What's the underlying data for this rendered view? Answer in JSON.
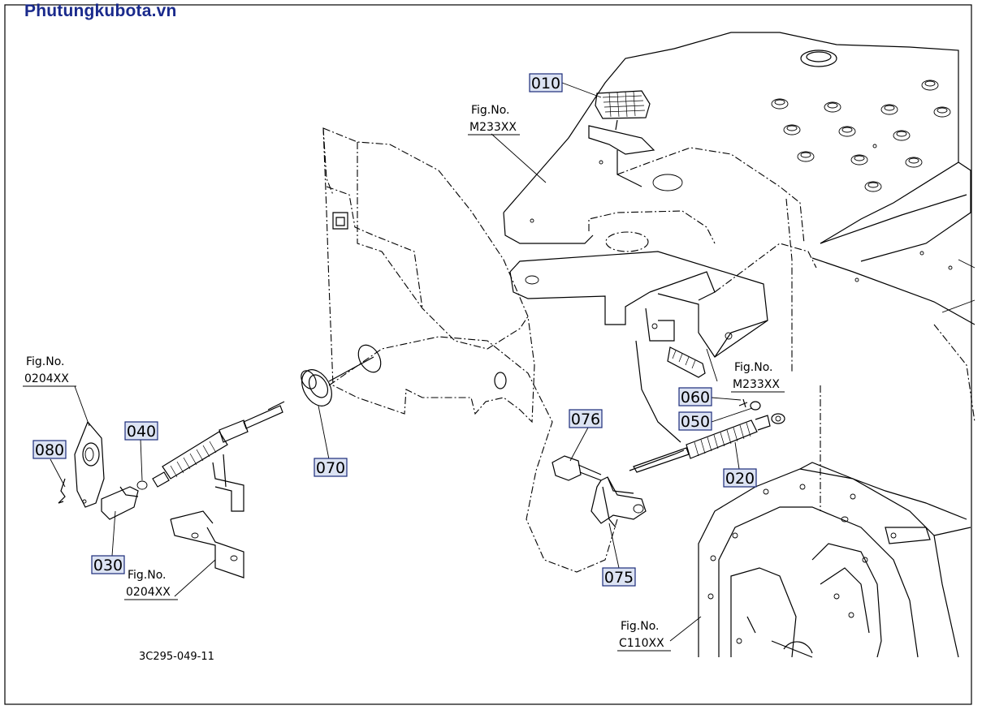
{
  "brand": {
    "text": "Phutungkubota.vn",
    "color": "#1a2a8c"
  },
  "diagram_code": "3C295-049-11",
  "part_label_style": {
    "box_fill": "#dce3f3",
    "box_stroke": "#1a2b7a"
  },
  "parts": {
    "p010": "010",
    "p020": "020",
    "p030": "030",
    "p040": "040",
    "p050": "050",
    "p060": "060",
    "p070": "070",
    "p075": "075",
    "p076": "076",
    "p080": "080"
  },
  "figure_refs": {
    "top_center": {
      "line1": "Fig.No.",
      "line2": "M233XX"
    },
    "right_mid": {
      "line1": "Fig.No.",
      "line2": "M233XX"
    },
    "left_upper": {
      "line1": "Fig.No.",
      "line2": "0204XX"
    },
    "left_lower": {
      "line1": "Fig.No.",
      "line2": "0204XX"
    },
    "bottom_right": {
      "line1": "Fig.No.",
      "line2": "C110XX"
    }
  }
}
